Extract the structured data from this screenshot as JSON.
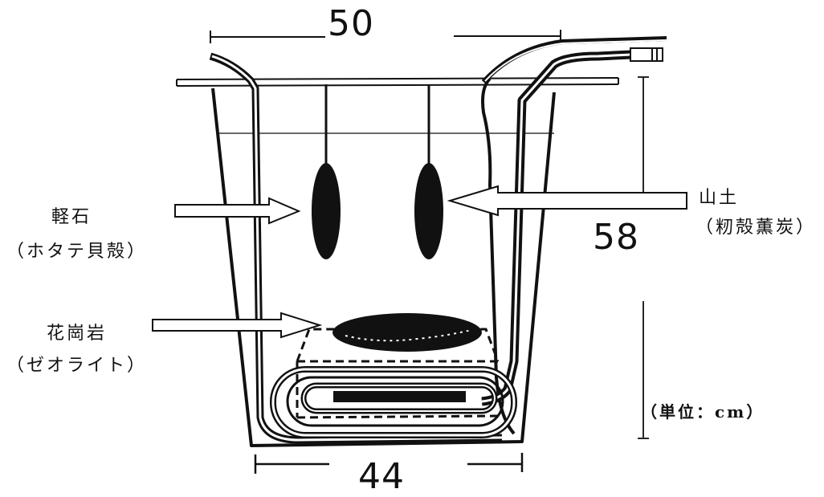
{
  "dimensions": {
    "top_width": "50",
    "bottom_width": "44",
    "height": "58",
    "unit_note": "（単位：cm）"
  },
  "labels": {
    "pumice": {
      "line1": "軽石",
      "line2": "（ホタテ貝殻）"
    },
    "mountain_soil": {
      "line1": "山土",
      "line2": "（籾殻薫炭）"
    },
    "granite": {
      "line1": "花崗岩",
      "line2": "（ゼオライト）"
    }
  },
  "colors": {
    "ink": "#111111",
    "background": "#ffffff"
  }
}
